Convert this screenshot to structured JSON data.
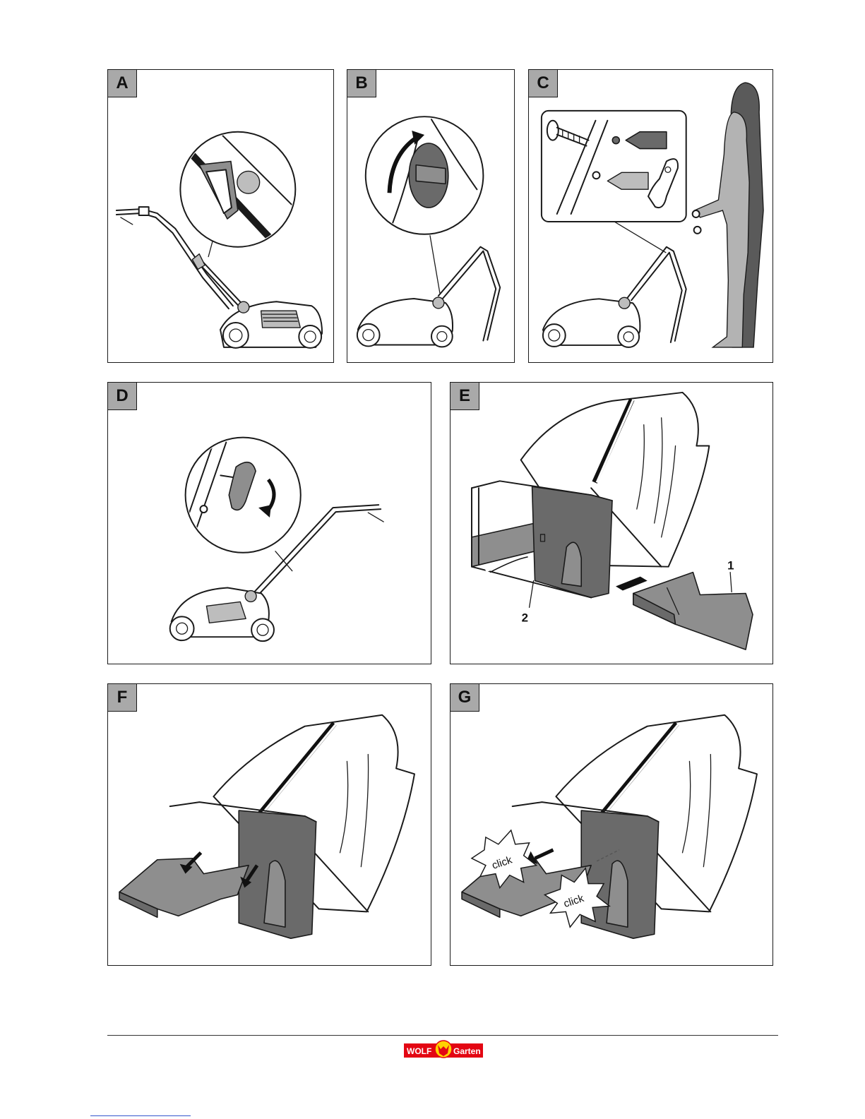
{
  "panels": {
    "A": {
      "label": "A"
    },
    "B": {
      "label": "B"
    },
    "C": {
      "label": "C"
    },
    "D": {
      "label": "D"
    },
    "E": {
      "label": "E",
      "callout_1": "1",
      "callout_2": "2"
    },
    "F": {
      "label": "F"
    },
    "G": {
      "label": "G",
      "click_text_1": "click",
      "click_text_2": "click"
    }
  },
  "footer": {
    "logo_left": "WOLF",
    "logo_right": "Garten",
    "colors": {
      "logo_red": "#e30613",
      "logo_yellow": "#ffd200"
    }
  }
}
